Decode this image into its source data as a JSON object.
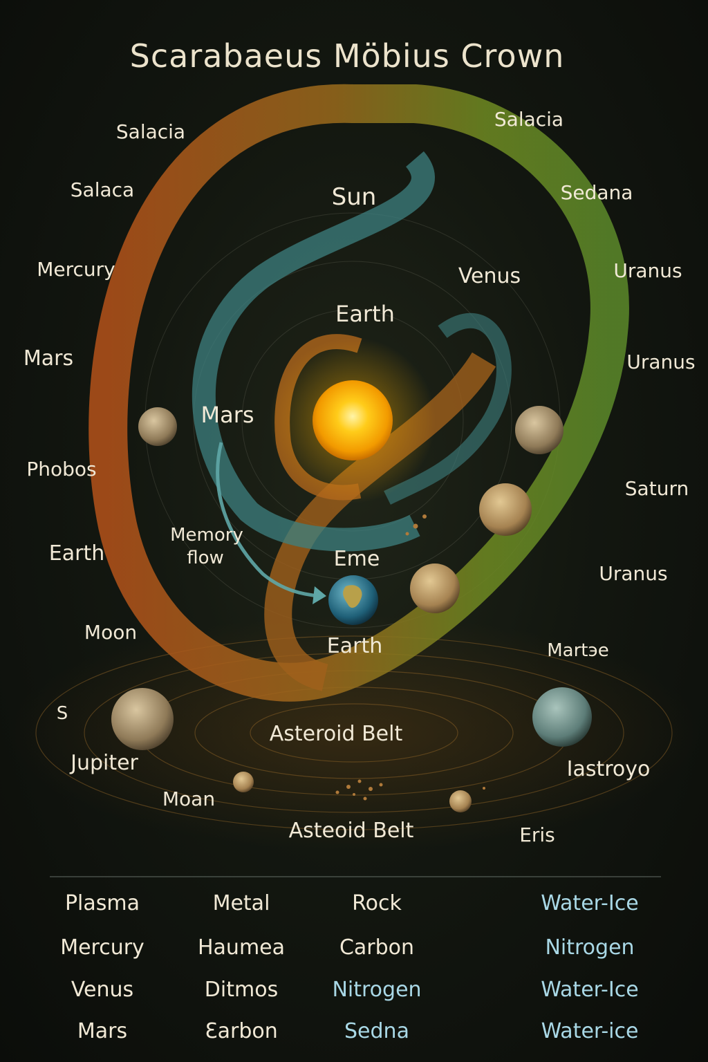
{
  "title": "Scarabaeus Möbius Crown",
  "labels": {
    "salacia_left": "Salacia",
    "salacia_right": "Salacia",
    "salaca": "Salaca",
    "sun": "Sun",
    "sedana": "Sedana",
    "mercury": "Mercury",
    "venus": "Venus",
    "uranus_1": "Uranus",
    "earth_top": "Earth",
    "mars_left": "Mars",
    "uranus_2": "Uranus",
    "mars_inner": "Mars",
    "phobos": "Phobos",
    "saturn": "Saturn",
    "memory_flow_1": "Memory",
    "memory_flow_2": "flow",
    "earth_left": "Earth",
    "eme": "Eme",
    "uranus_3": "Uranus",
    "moon": "Moon",
    "earth_bottom": "Earth",
    "martse": "Martэe",
    "s": "S",
    "asteroid_belt_1": "Asteroid Belt",
    "jupiter": "Jupiter",
    "iastroyo": "Iastroyo",
    "moan": "Moan",
    "asteoid_belt": "Asteoid Belt",
    "eris": "Eris"
  },
  "table": {
    "rows": [
      [
        "Plasma",
        "Metal",
        "Rock",
        "Water-Ice"
      ],
      [
        "Mercury",
        "Haumea",
        "Carbon",
        "Nitrogen"
      ],
      [
        "Venus",
        "Ditmos",
        "Nitrogen",
        "Water-Ice"
      ],
      [
        "Mars",
        "Ɛarbon",
        "Sedna",
        "Water-ice"
      ]
    ],
    "highlight_color": "#a9d8e6",
    "text_color": "#f1e9d6"
  },
  "colors": {
    "sun": "#ffb400",
    "orange_ribbon": "#b8561a",
    "teal_ribbon": "#3d7a7a",
    "green_ribbon": "#6b8e23"
  }
}
